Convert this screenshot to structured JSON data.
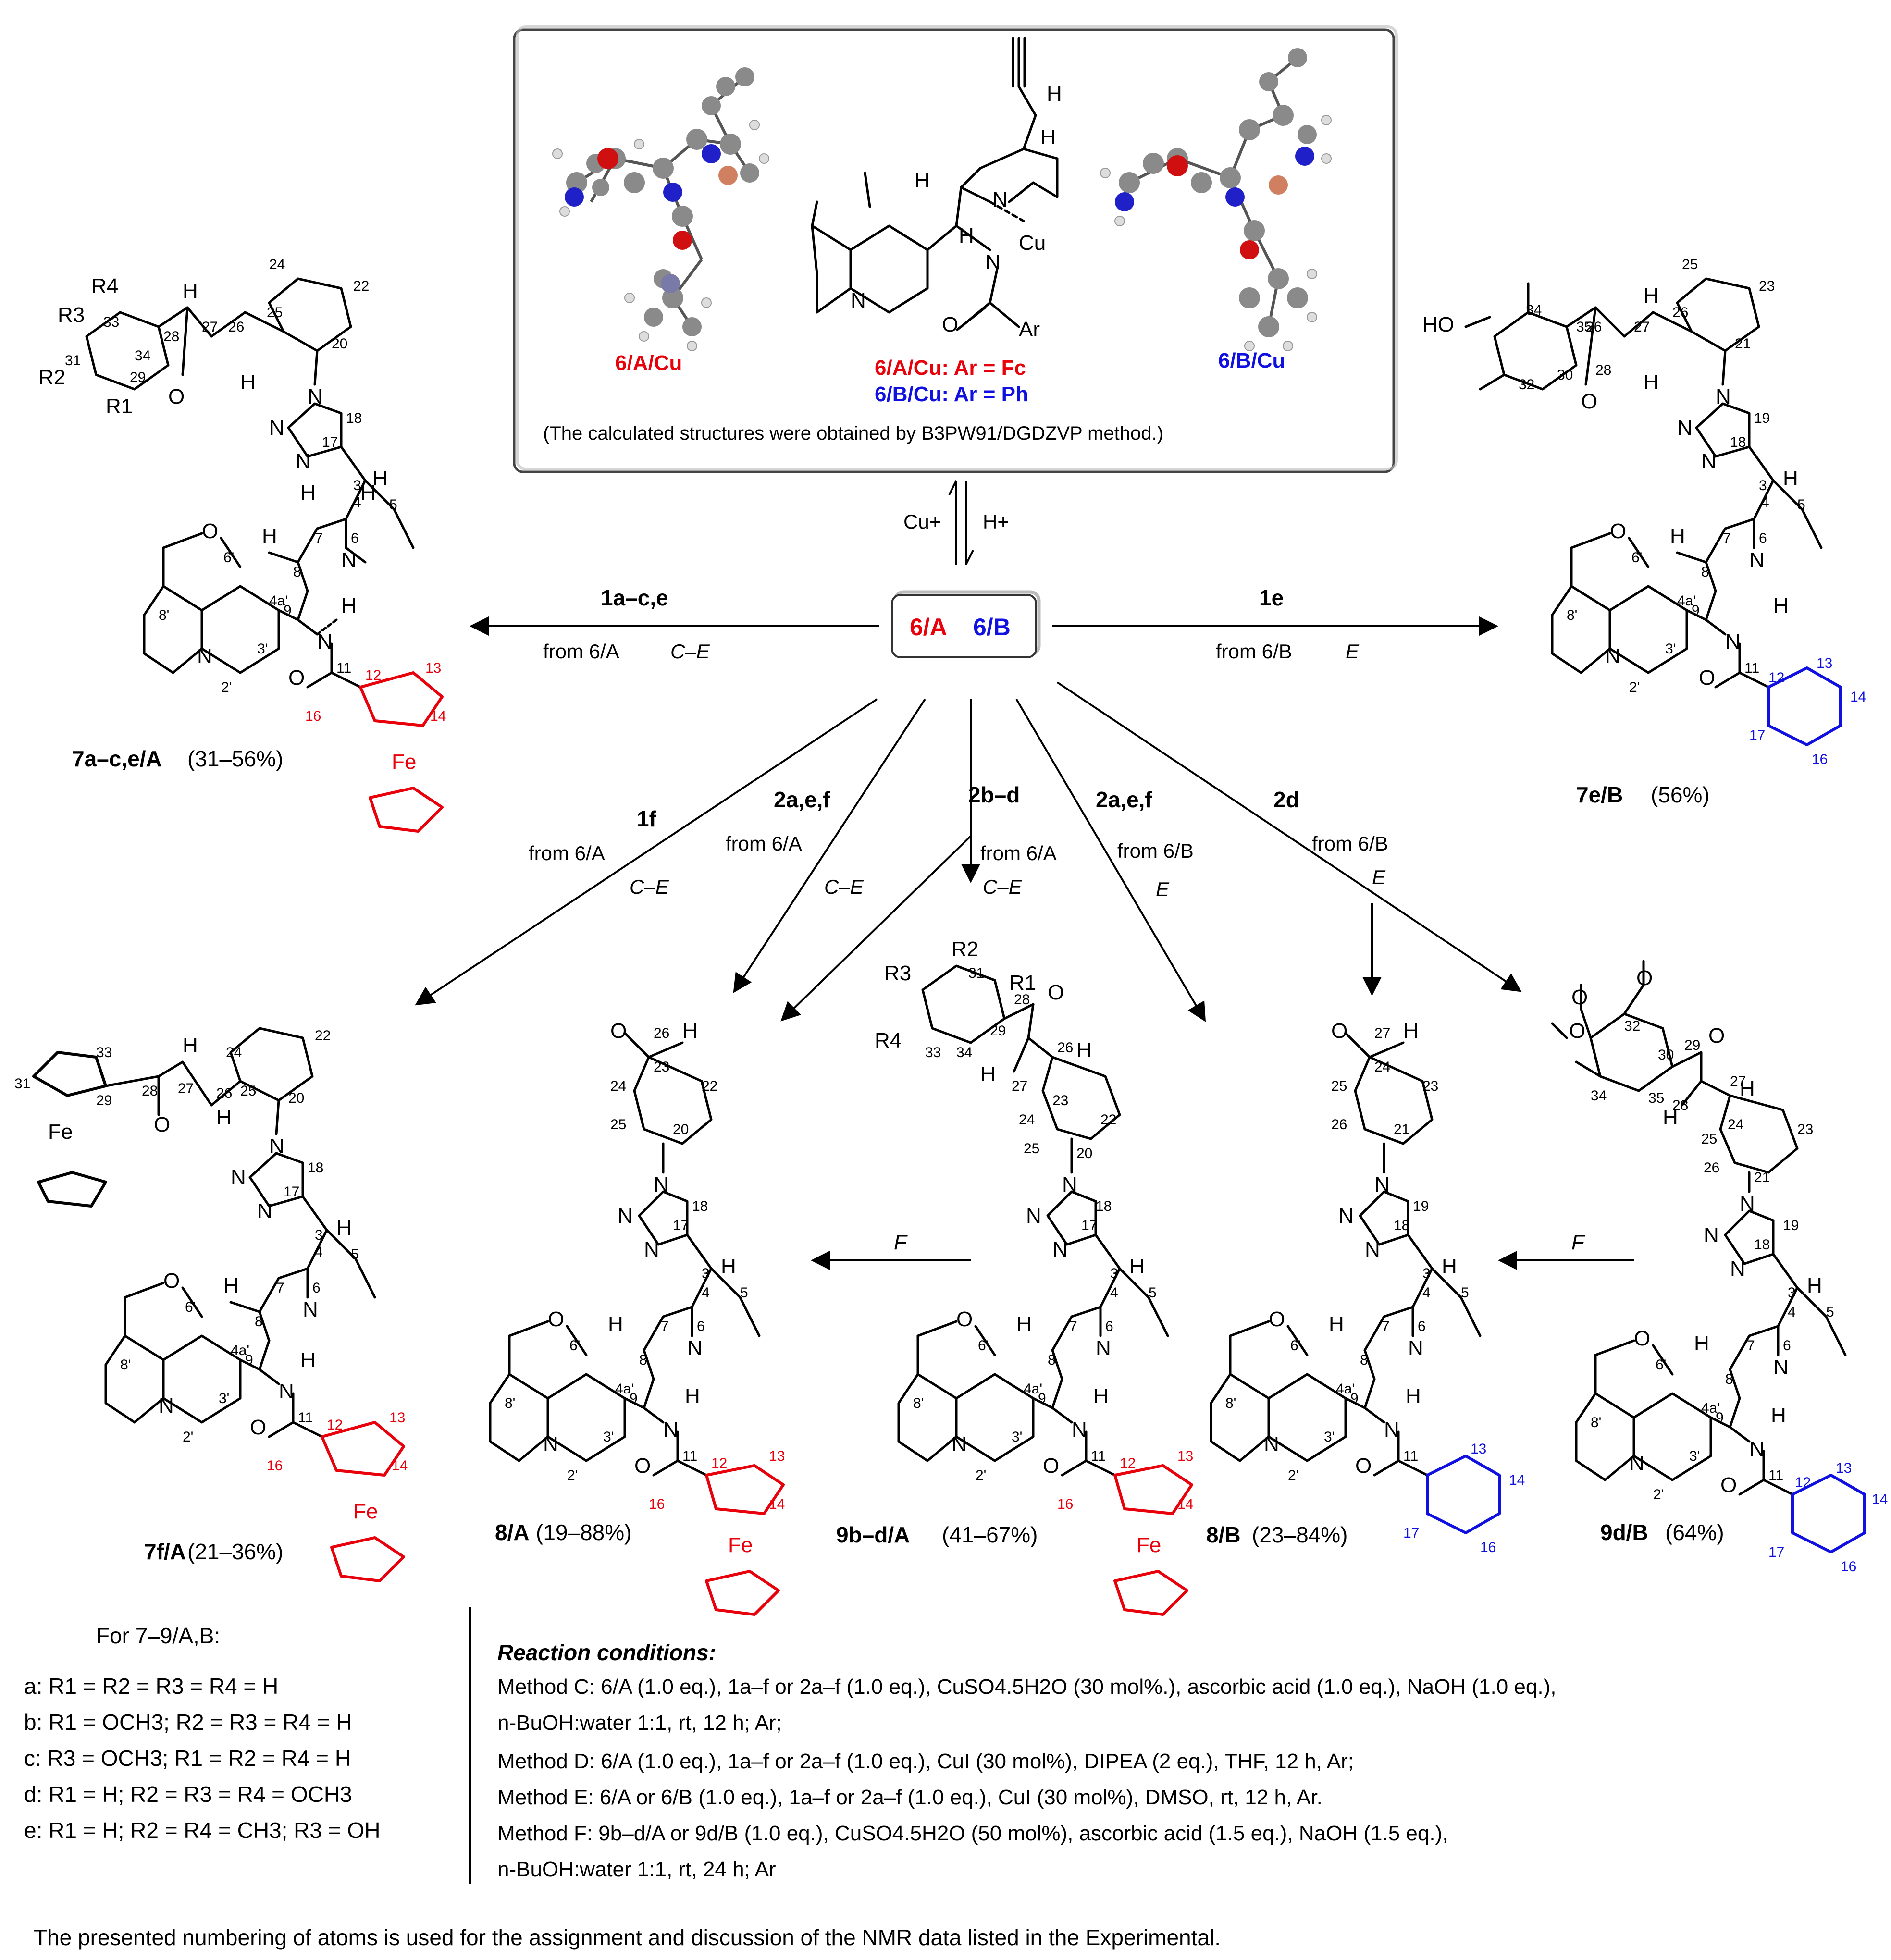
{
  "top_box": {
    "left_label": "6/A/Cu",
    "right_label": "6/B/Cu",
    "center_line1": "6/A/Cu: Ar = Fc",
    "center_line2": "6/B/Cu: Ar = Ph",
    "note": "(The calculated structures were obtained by B3PW91/DGDZVP method.)",
    "center_atoms": [
      "H",
      "H",
      "H",
      "N",
      "H",
      "Cu",
      "N",
      "N",
      "O",
      "Ar"
    ]
  },
  "equilibrium": {
    "left": "Cu+",
    "right": "H+"
  },
  "center_box": {
    "a": "6/A",
    "b": "6/B"
  },
  "arrows": [
    {
      "reagent": "1a–c,e",
      "from": "from 6/A",
      "method": "C–E"
    },
    {
      "reagent": "1e",
      "from": "from 6/B",
      "method": "E"
    },
    {
      "reagent": "1f",
      "from": "from 6/A",
      "method": "C–E"
    },
    {
      "reagent": "2a,e,f",
      "from": "from 6/A",
      "method": "C–E"
    },
    {
      "reagent": "2b–d",
      "from": "from 6/A",
      "method": "C–E"
    },
    {
      "reagent": "2a,e,f",
      "from": "from 6/B",
      "method": "E"
    },
    {
      "reagent": "2d",
      "from": "from 6/B",
      "method": "E"
    },
    {
      "reagent": "F",
      "from": "",
      "method": ""
    },
    {
      "reagent": "F",
      "from": "",
      "method": ""
    }
  ],
  "compounds": [
    {
      "id": "7a–c,e/A",
      "yield": "(31–56%)"
    },
    {
      "id": "7e/B",
      "yield": "(56%)"
    },
    {
      "id": "7f/A",
      "yield": "(21–36%)"
    },
    {
      "id": "8/A",
      "yield": "(19–88%)"
    },
    {
      "id": "9b–d/A",
      "yield": "(41–67%)"
    },
    {
      "id": "8/B",
      "yield": "(23–84%)"
    },
    {
      "id": "9d/B",
      "yield": "(64%)"
    }
  ],
  "substituents": {
    "title": "For 7–9/A,B:",
    "rows": [
      "a: R1 = R2 = R3 = R4 = H",
      "b: R1 = OCH3; R2 = R3 = R4 = H",
      "c: R3 = OCH3; R1 = R2 = R4 = H",
      "d: R1 = H; R2 = R3 = R4 = OCH3",
      "e: R1 = H; R2 = R4 = CH3; R3 = OH"
    ]
  },
  "conditions": {
    "title": "Reaction conditions:",
    "lines": [
      "Method C: 6/A (1.0 eq.), 1a–f or 2a–f (1.0 eq.), CuSO4.5H2O (30 mol%.), ascorbic acid (1.0 eq.), NaOH (1.0 eq.),",
      "n-BuOH:water 1:1, rt, 12 h; Ar;",
      "Method D: 6/A (1.0 eq.), 1a–f or 2a–f (1.0 eq.), CuI (30 mol%), DIPEA (2 eq.), THF, 12 h, Ar;",
      "Method E: 6/A or 6/B (1.0 eq.), 1a–f or 2a–f (1.0 eq.), CuI (30 mol%), DMSO, rt, 12 h, Ar.",
      "Method F: 9b–d/A or 9d/B (1.0 eq.), CuSO4.5H2O (50 mol%), ascorbic acid (1.5 eq.), NaOH (1.5 eq.),",
      "n-BuOH:water 1:1, rt, 24 h; Ar"
    ]
  },
  "footer": "The presented numbering of atoms  is used for the assignment and discussion of the NMR data listed in the Experimental.",
  "atom_labels": {
    "N": "N",
    "H": "H",
    "O": "O",
    "Fe": "Fe",
    "HO": "HO",
    "R1": "R1",
    "R2": "R2",
    "R3": "R3",
    "R4": "R4"
  },
  "colors": {
    "ferrocene": "#e8000b",
    "phenyl": "#1010e0",
    "box_border": "#444444",
    "ball_carbon": "#8a8a8a",
    "ball_oxygen": "#d01010",
    "ball_nitrogen": "#2020c8",
    "ball_copper": "#d08060",
    "ball_iron": "#7a7aa8"
  }
}
